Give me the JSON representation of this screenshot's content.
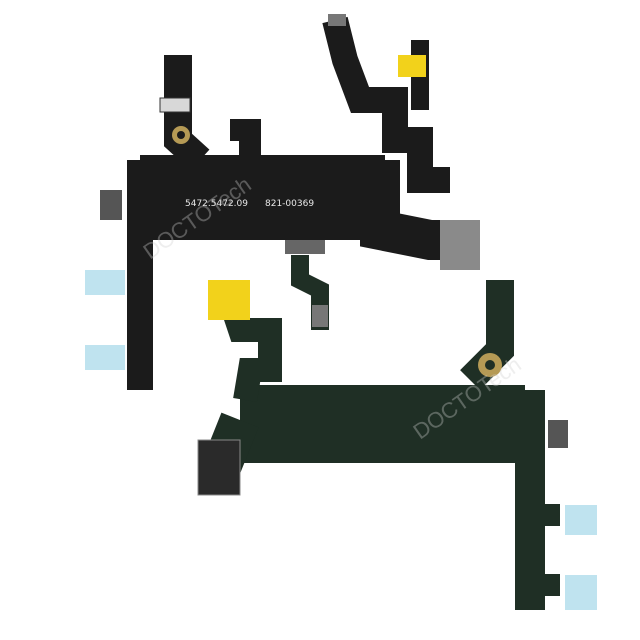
{
  "product": {
    "upper_cable": {
      "part_codes": [
        "5472.5472.09",
        "821-00369"
      ]
    },
    "watermark": "DOCTOTech"
  },
  "colors": {
    "black_flex": "#1b1b1b",
    "green_flex": "#1f2f25",
    "yellow_stiffener": "#f2d21b",
    "blue_stiffener": "#bfe3ef",
    "gold_ring": "#b59a55",
    "connector_gray": "#8a8a8a"
  }
}
